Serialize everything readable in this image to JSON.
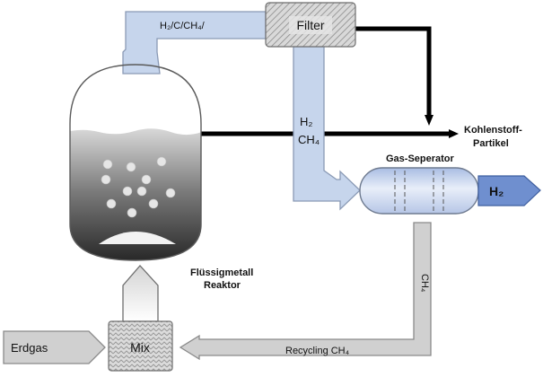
{
  "labels": {
    "top_duct": "H₂/C/CH₄/",
    "filter": "Filter",
    "h2_line1": "H₂",
    "ch4_line2": "CH₄",
    "carbon_line1": "Kohlenstoff-",
    "carbon_line2": "Partikel",
    "gas_separator": "Gas-Seperator",
    "h2_output": "H₂",
    "ch4_return": "CH₄",
    "reactor_line1": "Flüssigmetall",
    "reactor_line2": "Reaktor",
    "mix": "Mix",
    "natural_gas": "Erdgas",
    "recycling": "Recycling CH₄"
  },
  "colors": {
    "duct_fill": "#c6d5ec",
    "duct_stroke": "#8a9ab5",
    "grey_pipe_fill": "#d0d0d0",
    "grey_pipe_stroke": "#8a8a8a",
    "carbon_line": "#000000",
    "h2_output_fill": "#6f8fcf"
  }
}
